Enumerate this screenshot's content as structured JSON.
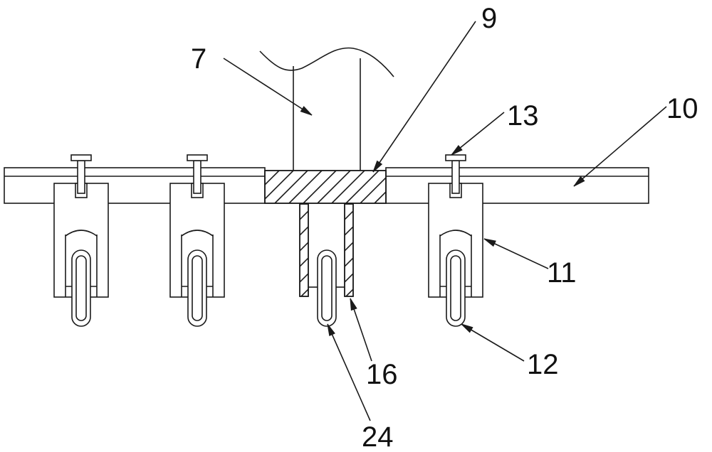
{
  "figure": {
    "labels": [
      {
        "id": "label-7",
        "text": "7"
      },
      {
        "id": "label-9",
        "text": "9"
      },
      {
        "id": "label-13",
        "text": "13"
      },
      {
        "id": "label-10",
        "text": "10"
      },
      {
        "id": "label-11",
        "text": "11"
      },
      {
        "id": "label-12",
        "text": "12"
      },
      {
        "id": "label-16",
        "text": "16"
      },
      {
        "id": "label-24",
        "text": "24"
      }
    ]
  },
  "colors": {
    "line": "#1a1a1a",
    "background": "#ffffff"
  }
}
